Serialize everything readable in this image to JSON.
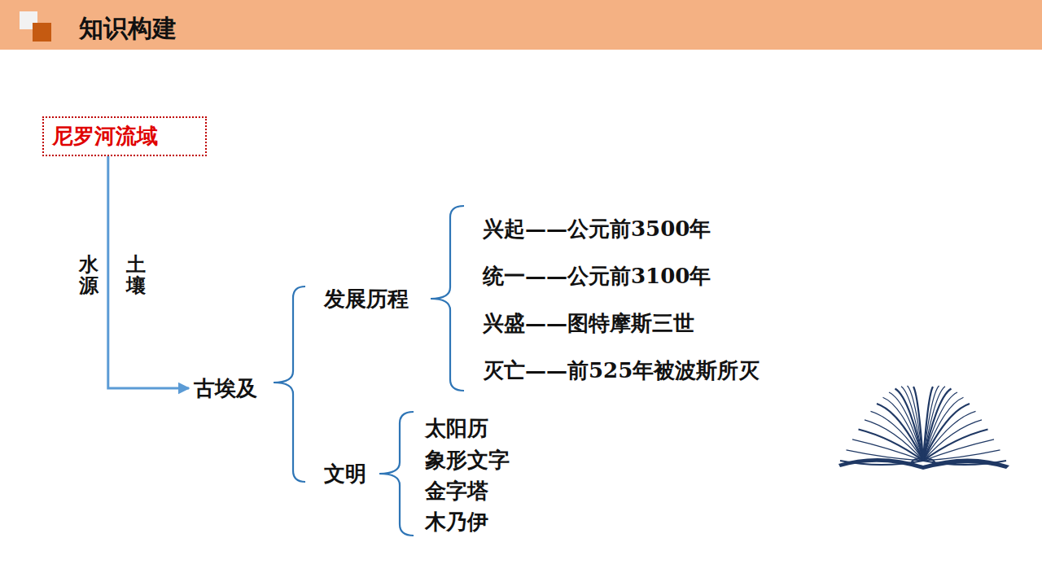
{
  "diagram": {
    "title": "知识构建",
    "nodes": [
      {
        "text": [
          "尼罗河流域"
        ]
      },
      {
        "text": [
          "古埃及"
        ]
      }
    ],
    "edges": [
      {
        "from": 0,
        "to": 1,
        "arrow": "to"
      }
    ],
    "labels": [
      "水源",
      "土壤",
      "发展历程",
      "兴起——公元前3500年",
      "统一——公元前3100年",
      "兴盛——图特摩斯三世",
      "灭亡——前525年被波斯所灭",
      "文明",
      "太阳历",
      "象形文字",
      "金字塔",
      "木乃伊"
    ]
  }
}
